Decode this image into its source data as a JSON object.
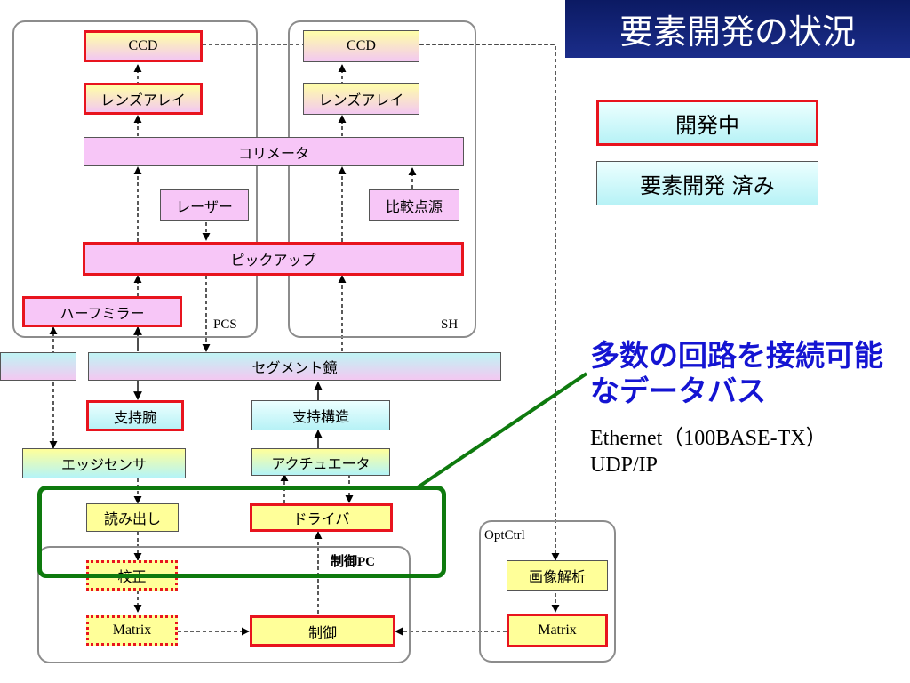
{
  "title": "要素開発の状況",
  "legend": {
    "developing": "開発中",
    "completed": "要素開発 済み"
  },
  "note": {
    "heading": "多数の回路を接続可能なデータバス",
    "line1": "Ethernet（100BASE-TX）",
    "line2": "UDP/IP"
  },
  "groups": {
    "pcs": "PCS",
    "sh": "SH",
    "control_pc": "制御PC",
    "optctrl": "OptCtrl"
  },
  "blocks": {
    "ccd_pcs": "CCD",
    "ccd_sh": "CCD",
    "lens_pcs": "レンズアレイ",
    "lens_sh": "レンズアレイ",
    "collimator": "コリメータ",
    "laser": "レーザー",
    "ref_source": "比較点源",
    "pickup": "ピックアップ",
    "half_mirror": "ハーフミラー",
    "segment_mirror": "セグメント鏡",
    "support_arm": "支持腕",
    "support_structure": "支持構造",
    "edge_sensor": "エッジセンサ",
    "actuator": "アクチュエータ",
    "readout": "読み出し",
    "driver": "ドライバ",
    "calibration": "校正",
    "matrix_left": "Matrix",
    "control": "制御",
    "image_analysis": "画像解析",
    "matrix_right": "Matrix"
  },
  "colors": {
    "title_bg": "#0b1a63",
    "dev_border": "#e8141e",
    "bus_box": "#0e7a0e",
    "note_heading": "#1414d2"
  }
}
